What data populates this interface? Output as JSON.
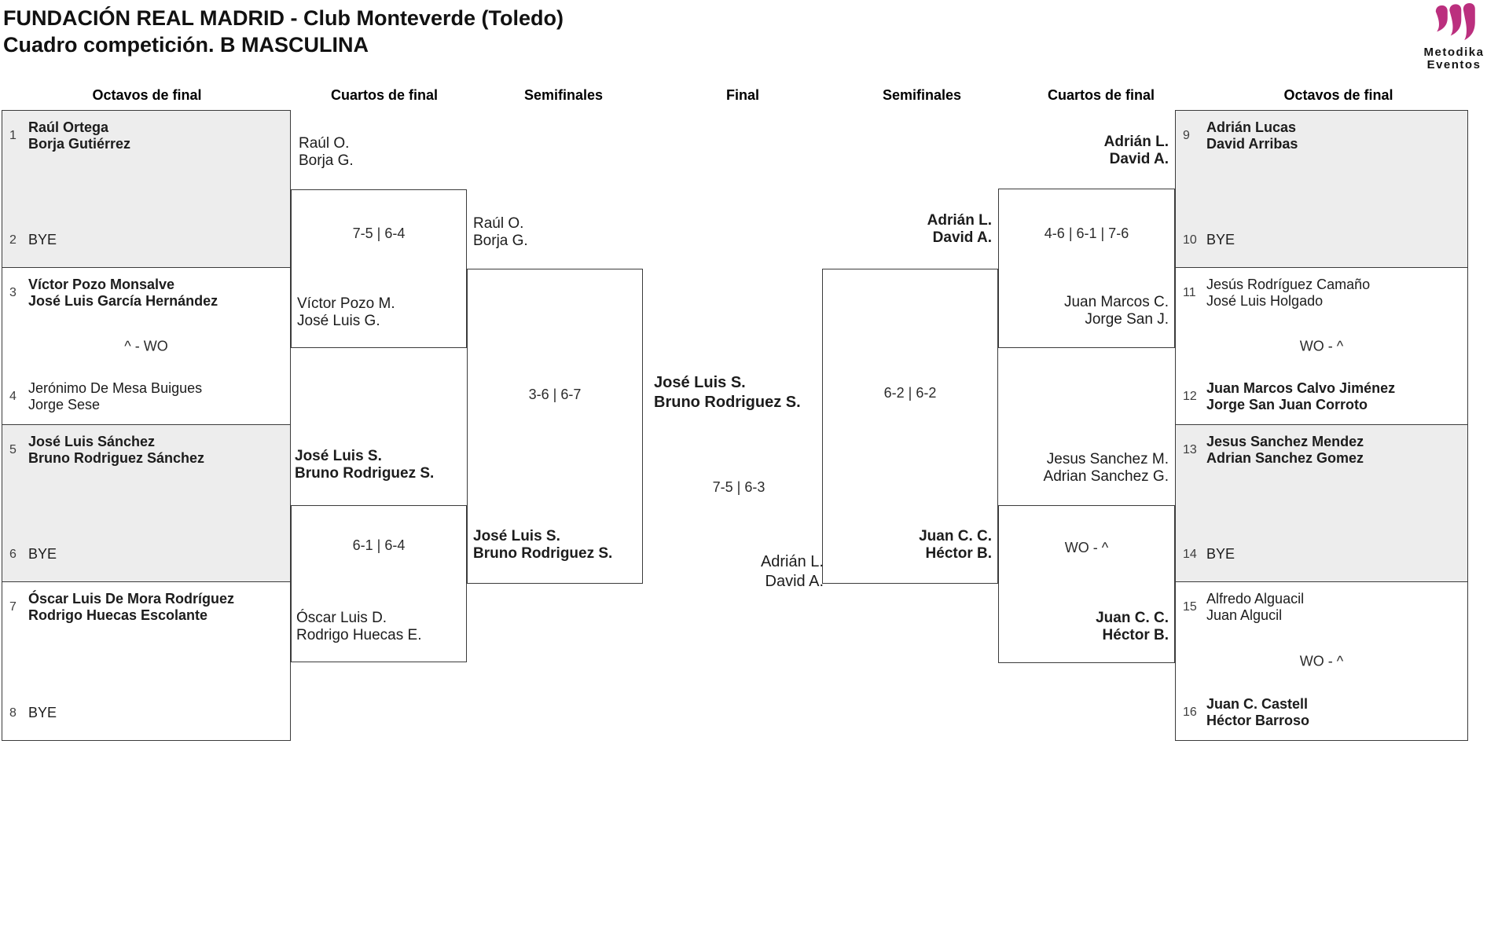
{
  "header": {
    "title": "FUNDACIÓN REAL MADRID - Club Monteverde (Toledo)",
    "subtitle": "Cuadro competición. B MASCULINA"
  },
  "logo": {
    "icon": "metodika-petals-logo",
    "brand_line1": "Metodika",
    "brand_line2": "Eventos",
    "accent_color": "#bb2f7e"
  },
  "round_headers": [
    "Octavos de final",
    "Cuartos de final",
    "Semifinales",
    "Final",
    "Semifinales",
    "Cuartos de final",
    "Octavos de final"
  ],
  "octavos_left": [
    {
      "top": {
        "seed": "1",
        "lines": [
          "Raúl Ortega",
          "Borja Gutiérrez"
        ],
        "bold": true
      },
      "bottom": {
        "seed": "2",
        "lines": [
          "BYE"
        ],
        "bold": false
      },
      "score": ""
    },
    {
      "top": {
        "seed": "3",
        "lines": [
          "Víctor Pozo Monsalve",
          "José Luis García Hernández"
        ],
        "bold": true
      },
      "bottom": {
        "seed": "4",
        "lines": [
          "Jerónimo De Mesa Buigues",
          "Jorge Sese"
        ],
        "bold": false
      },
      "score": "^ - WO"
    },
    {
      "top": {
        "seed": "5",
        "lines": [
          "José Luis Sánchez",
          "Bruno Rodriguez Sánchez"
        ],
        "bold": true
      },
      "bottom": {
        "seed": "6",
        "lines": [
          "BYE"
        ],
        "bold": false
      },
      "score": ""
    },
    {
      "top": {
        "seed": "7",
        "lines": [
          "Óscar Luis De Mora Rodríguez",
          "Rodrigo Huecas Escolante"
        ],
        "bold": true
      },
      "bottom": {
        "seed": "8",
        "lines": [
          "BYE"
        ],
        "bold": false
      },
      "score": ""
    }
  ],
  "octavos_right": [
    {
      "top": {
        "seed": "9",
        "lines": [
          "Adrián Lucas",
          "David Arribas"
        ],
        "bold": true
      },
      "bottom": {
        "seed": "10",
        "lines": [
          "BYE"
        ],
        "bold": false
      },
      "score": ""
    },
    {
      "top": {
        "seed": "11",
        "lines": [
          "Jesús Rodríguez Camaño",
          "José Luis Holgado"
        ],
        "bold": false
      },
      "bottom": {
        "seed": "12",
        "lines": [
          "Juan Marcos Calvo Jiménez",
          "Jorge San Juan Corroto"
        ],
        "bold": true
      },
      "score": "WO - ^"
    },
    {
      "top": {
        "seed": "13",
        "lines": [
          "Jesus Sanchez Mendez",
          "Adrian Sanchez Gomez"
        ],
        "bold": true
      },
      "bottom": {
        "seed": "14",
        "lines": [
          "BYE"
        ],
        "bold": false
      },
      "score": ""
    },
    {
      "top": {
        "seed": "15",
        "lines": [
          "Alfredo Alguacil",
          "Juan Algucil"
        ],
        "bold": false
      },
      "bottom": {
        "seed": "16",
        "lines": [
          "Juan C. Castell",
          "Héctor Barroso"
        ],
        "bold": true
      },
      "score": "WO - ^"
    }
  ],
  "cuartos": {
    "qf1": {
      "top": {
        "lines": [
          "Raúl O.",
          "Borja G."
        ],
        "bold": false
      },
      "bottom": {
        "lines": [
          "Víctor Pozo M.",
          "José Luis G."
        ],
        "bold": false
      },
      "score": "7-5 | 6-4"
    },
    "qf2": {
      "top": {
        "lines": [
          "José Luis S.",
          "Bruno Rodriguez S."
        ],
        "bold": true
      },
      "bottom": {
        "lines": [
          "Óscar Luis D.",
          "Rodrigo Huecas E."
        ],
        "bold": false
      },
      "score": "6-1 | 6-4"
    },
    "qf3": {
      "top": {
        "lines": [
          "Adrián L.",
          "David A."
        ],
        "bold": true
      },
      "bottom": {
        "lines": [
          "Juan Marcos C.",
          "Jorge San J."
        ],
        "bold": false
      },
      "score": "4-6 | 6-1 | 7-6"
    },
    "qf4": {
      "top": {
        "lines": [
          "Jesus Sanchez M.",
          "Adrian Sanchez G."
        ],
        "bold": false
      },
      "bottom": {
        "lines": [
          "Juan C. C.",
          "Héctor B."
        ],
        "bold": true
      },
      "score": "WO - ^"
    }
  },
  "semifinales": {
    "sf_left": {
      "top": {
        "lines": [
          "Raúl O.",
          "Borja G."
        ],
        "bold": false
      },
      "bottom": {
        "lines": [
          "José Luis S.",
          "Bruno Rodriguez S."
        ],
        "bold": true
      },
      "score": "3-6 | 6-7"
    },
    "sf_right": {
      "top": {
        "lines": [
          "Adrián L.",
          "David A."
        ],
        "bold": true
      },
      "bottom": {
        "lines": [
          "Juan C. C.",
          "Héctor B."
        ],
        "bold": true
      },
      "score": "6-2 | 6-2"
    }
  },
  "final": {
    "top": {
      "lines": [
        "José Luis S.",
        "Bruno Rodriguez S."
      ],
      "bold": true
    },
    "bottom": {
      "lines": [
        "Adrián L.",
        "David A."
      ],
      "bold": false
    },
    "score": "7-5 | 6-3"
  }
}
